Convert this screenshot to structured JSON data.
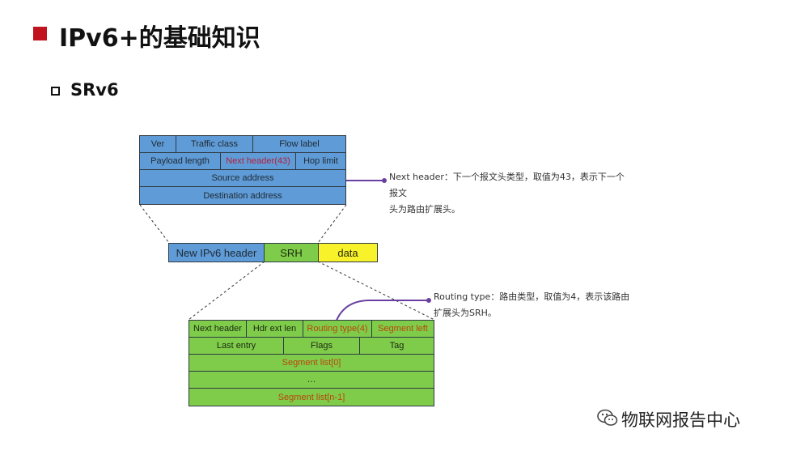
{
  "title": "IPv6+的基础知识",
  "subtitle": "SRv6",
  "ipv6_header": {
    "row1": [
      "Ver",
      "Traffic class",
      "Flow label"
    ],
    "row2": [
      "Payload length",
      "Next header(43)",
      "Hop limit"
    ],
    "row3": "Source address",
    "row4": "Destination address"
  },
  "packet": [
    "New IPv6 header",
    "SRH",
    "data"
  ],
  "srh": {
    "row1": [
      "Next header",
      "Hdr ext len",
      "Routing type(4)",
      "Segment left"
    ],
    "row2": [
      "Last entry",
      "Flags",
      "Tag"
    ],
    "row3": "Segment list[0]",
    "row4": "…",
    "row5": "Segment list[n-1]"
  },
  "annotations": {
    "next_header_line1": "Next header：下一个报文头类型，取值为43，表示下一个报文",
    "next_header_line2": "头为路由扩展头。",
    "routing_type_line1": "Routing type：路由类型，取值为4，表示该路由",
    "routing_type_line2": "扩展头为SRH。"
  },
  "watermark": "物联网报告中心",
  "colors": {
    "title_bullet": "#c0121f",
    "header_blue": "#5f9bd6",
    "srh_green": "#7fcc4a",
    "data_yellow": "#f7f22a",
    "callout_purple": "#6a3fa0"
  }
}
